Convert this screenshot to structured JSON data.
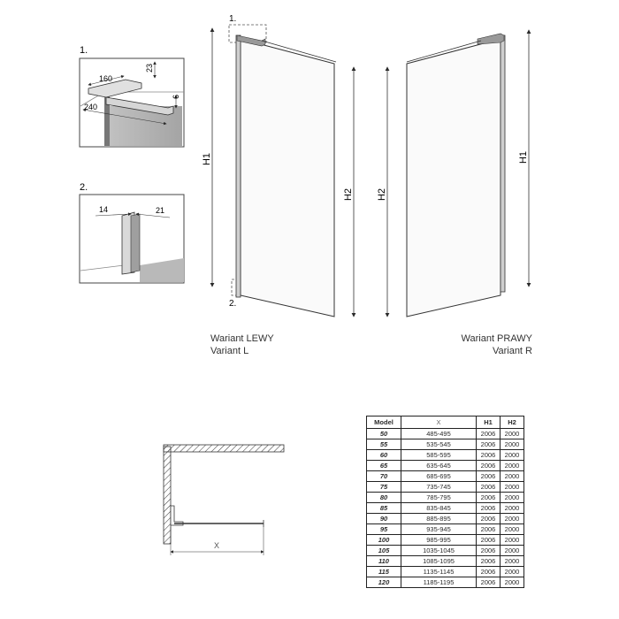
{
  "detail_labels": {
    "detail1": "1.",
    "detail2": "2."
  },
  "detail1_dims": {
    "a": "160",
    "b": "23",
    "c": "6",
    "d": "240"
  },
  "detail2_dims": {
    "a": "14",
    "b": "21"
  },
  "left_variant": {
    "h1": "H1",
    "h2": "H2",
    "title_pl": "Wariant LEWY",
    "title_en": "Variant L"
  },
  "right_variant": {
    "h1": "H1",
    "h2": "H2",
    "title_pl": "Wariant PRAWY",
    "title_en": "Variant R"
  },
  "plan_view": {
    "x_label": "X"
  },
  "spec_table": {
    "headers": [
      "Model",
      "X",
      "H1",
      "H2"
    ],
    "rows": [
      [
        "50",
        "485-495",
        "2006",
        "2000"
      ],
      [
        "55",
        "535-545",
        "2006",
        "2000"
      ],
      [
        "60",
        "585-595",
        "2006",
        "2000"
      ],
      [
        "65",
        "635-645",
        "2006",
        "2000"
      ],
      [
        "70",
        "685-695",
        "2006",
        "2000"
      ],
      [
        "75",
        "735-745",
        "2006",
        "2000"
      ],
      [
        "80",
        "785-795",
        "2006",
        "2000"
      ],
      [
        "85",
        "835-845",
        "2006",
        "2000"
      ],
      [
        "90",
        "885-895",
        "2006",
        "2000"
      ],
      [
        "95",
        "935-945",
        "2006",
        "2000"
      ],
      [
        "100",
        "985-995",
        "2006",
        "2000"
      ],
      [
        "105",
        "1035-1045",
        "2006",
        "2000"
      ],
      [
        "110",
        "1085-1095",
        "2006",
        "2000"
      ],
      [
        "115",
        "1135-1145",
        "2006",
        "2000"
      ],
      [
        "120",
        "1185-1195",
        "2006",
        "2000"
      ]
    ]
  },
  "colors": {
    "line": "#2a2a2a",
    "glass": "#f2f2f2",
    "wall": "#bdbdbd"
  }
}
